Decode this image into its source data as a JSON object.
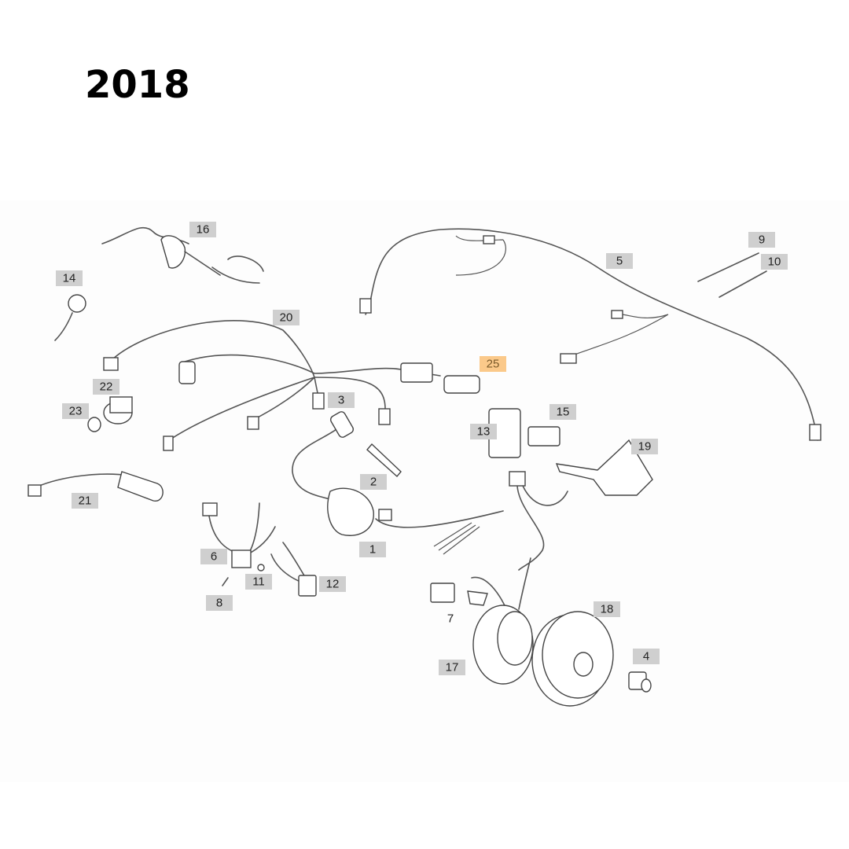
{
  "title": "2018",
  "highlight_color": "#fbc98a",
  "label_color": "#cfcfcf",
  "callouts": [
    {
      "num": "1"
    },
    {
      "num": "2"
    },
    {
      "num": "3"
    },
    {
      "num": "4"
    },
    {
      "num": "5"
    },
    {
      "num": "6"
    },
    {
      "num": "7",
      "boxed": false
    },
    {
      "num": "8"
    },
    {
      "num": "9"
    },
    {
      "num": "10"
    },
    {
      "num": "11"
    },
    {
      "num": "12"
    },
    {
      "num": "13"
    },
    {
      "num": "14"
    },
    {
      "num": "15"
    },
    {
      "num": "16"
    },
    {
      "num": "17"
    },
    {
      "num": "18"
    },
    {
      "num": "19"
    },
    {
      "num": "20"
    },
    {
      "num": "21"
    },
    {
      "num": "22"
    },
    {
      "num": "23"
    },
    {
      "num": "25",
      "highlighted": true
    }
  ]
}
